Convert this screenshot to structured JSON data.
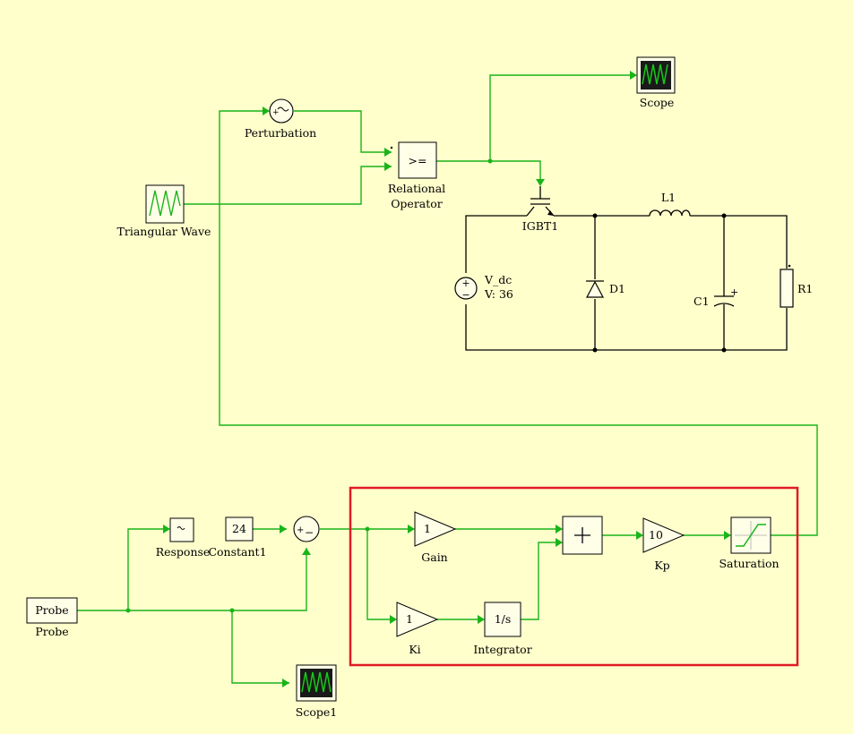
{
  "blocks": {
    "scope": "Scope",
    "perturbation": "Perturbation",
    "relational_operator_line1": "Relational",
    "relational_operator_line2": "Operator",
    "relational_symbol": ">=",
    "triangular_wave": "Triangular Wave",
    "igbt": "IGBT1",
    "inductor": "L1",
    "vdc_name": "V_dc",
    "vdc_value": "V: 36",
    "diode": "D1",
    "capacitor": "C1",
    "resistor": "R1",
    "probe_text": "Probe",
    "probe_label": "Probe",
    "response": "Response",
    "constant_value": "24",
    "constant_label": "Constant1",
    "gain_value": "1",
    "gain_label": "Gain",
    "kp_value": "10",
    "kp_label": "Kp",
    "saturation": "Saturation",
    "ki_value": "1",
    "ki_label": "Ki",
    "integrator_value": "1/s",
    "integrator_label": "Integrator",
    "scope1": "Scope1"
  },
  "colors": {
    "background": "#ffffcc",
    "signal_wire": "#19b419",
    "power_wire": "#000000",
    "highlight_box": "#e01b24",
    "scope_screen": "#1a1a1a",
    "scope_trace": "#19c819"
  }
}
